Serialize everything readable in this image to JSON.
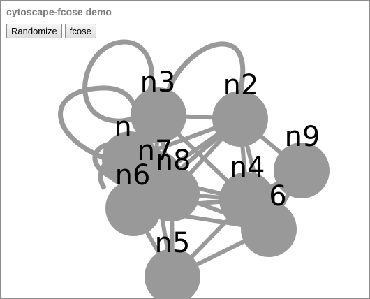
{
  "page": {
    "title": "cytoscape-fcose demo"
  },
  "toolbar": {
    "randomize_label": "Randomize",
    "fcose_label": "fcose"
  },
  "graph": {
    "node_color": "#999999",
    "edge_color": "#999999",
    "label_color": "#000000",
    "nodes": [
      {
        "id": "n3",
        "label": "n3"
      },
      {
        "id": "n2",
        "label": "n2"
      },
      {
        "id": "n9",
        "label": "n9"
      },
      {
        "id": "n1",
        "label": "n"
      },
      {
        "id": "n7",
        "label": "n7"
      },
      {
        "id": "n8",
        "label": "n8"
      },
      {
        "id": "n6",
        "label": "n6"
      },
      {
        "id": "n4",
        "label": "n4"
      },
      {
        "id": "n0",
        "label": "6"
      },
      {
        "id": "n5",
        "label": "n5"
      }
    ]
  }
}
